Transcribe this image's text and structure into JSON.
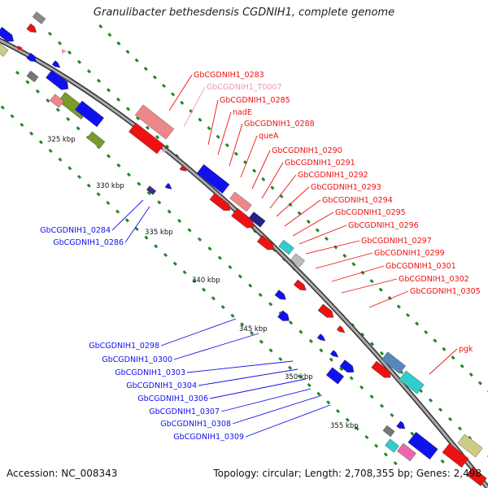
{
  "title": "Granulibacter bethesdensis CGDNIH1, complete genome",
  "footer": {
    "accession": "Accession: NC_008343",
    "summary": "Topology: circular; Length: 2,708,355 bp; Genes: 2,498"
  },
  "scale_labels": [
    "325 kbp",
    "330 kbp",
    "335 kbp",
    "340 kbp",
    "345 kbp",
    "350 kbp",
    "355 kbp"
  ],
  "labels_red": [
    "GbCGDNIH1_0283",
    "GbCGDNIH1_0285",
    "nadE",
    "GbCGDNIH1_0288",
    "queA",
    "GbCGDNIH1_0290",
    "GbCGDNIH1_0291",
    "GbCGDNIH1_0292",
    "GbCGDNIH1_0293",
    "GbCGDNIH1_0294",
    "GbCGDNIH1_0295",
    "GbCGDNIH1_0296",
    "GbCGDNIH1_0297",
    "GbCGDNIH1_0299",
    "GbCGDNIH1_0301",
    "GbCGDNIH1_0302",
    "GbCGDNIH1_0305",
    "pgk"
  ],
  "labels_pink": [
    "GbCGDNIH1_T0007"
  ],
  "labels_blue": [
    "GbCGDNIH1_0284",
    "GbCGDNIH1_0286",
    "GbCGDNIH1_0298",
    "GbCGDNIH1_0300",
    "GbCGDNIH1_0303",
    "GbCGDNIH1_0304",
    "GbCGDNIH1_0306",
    "GbCGDNIH1_0307",
    "GbCGDNIH1_0308",
    "GbCGDNIH1_0309"
  ],
  "colors": {
    "forward": "#ee1111",
    "reverse": "#1111ee",
    "trna": "#ee99bb",
    "backbone": "#888888",
    "ticks": "#228822"
  }
}
